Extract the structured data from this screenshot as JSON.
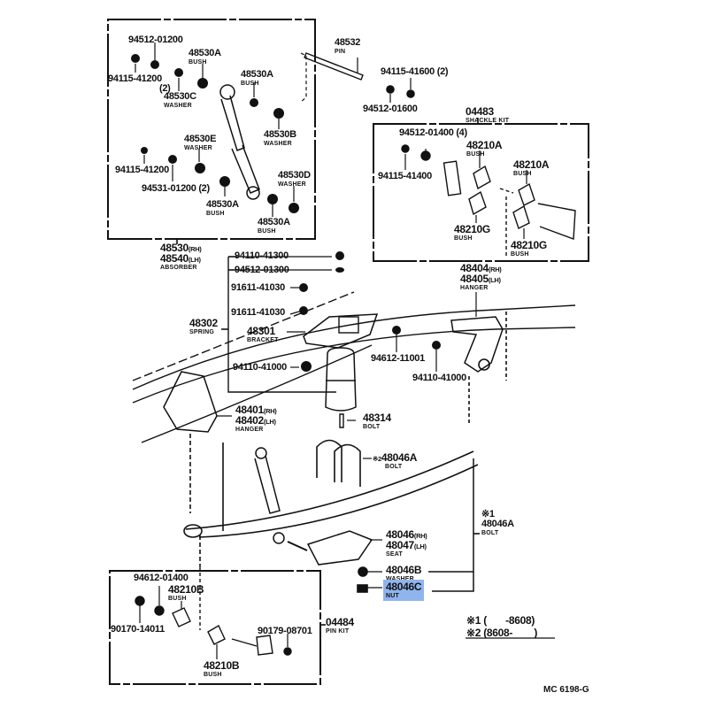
{
  "diagram_code": "MC 6198-G",
  "highlight_color": "#8fb4ee",
  "absorber_box": {
    "parts": [
      {
        "id": "a1",
        "number": "94512-01200"
      },
      {
        "id": "a2",
        "number": "94115-41200",
        "qty": "(2)"
      },
      {
        "id": "a3",
        "number": "48530A",
        "name": "BUSH"
      },
      {
        "id": "a4",
        "number": "48530C",
        "name": "WASHER"
      },
      {
        "id": "a5",
        "number": "48530A",
        "name": "BUSH"
      },
      {
        "id": "a6",
        "number": "48530B",
        "name": "WASHER"
      },
      {
        "id": "a7",
        "number": "48530E",
        "name": "WASHER"
      },
      {
        "id": "a8",
        "number": "94115-41200"
      },
      {
        "id": "a9",
        "number": "94531-01200",
        "qty": "(2)"
      },
      {
        "id": "a10",
        "number": "48530D",
        "name": "WASHER"
      },
      {
        "id": "a11",
        "number": "48530A",
        "name": "BUSH"
      },
      {
        "id": "a12",
        "number": "48530A",
        "name": "BUSH"
      }
    ],
    "assembly": {
      "rh": "48530",
      "lh": "48540",
      "rh_suffix": "(RH)",
      "lh_suffix": "(LH)",
      "name": "ABSORBER"
    }
  },
  "pin_group": [
    {
      "id": "p1",
      "number": "48532",
      "name": "PIN"
    },
    {
      "id": "p2",
      "number": "94115-41600",
      "qty": "(2)"
    },
    {
      "id": "p3",
      "number": "94512-01600"
    }
  ],
  "shackle_kit": {
    "kit": {
      "number": "04483",
      "name": "SHACKLE KIT"
    },
    "parts": [
      {
        "id": "s1",
        "number": "94512-01400",
        "qty": "(4)"
      },
      {
        "id": "s2",
        "number": "94115-41400"
      },
      {
        "id": "s3",
        "number": "48210A",
        "name": "BUSH"
      },
      {
        "id": "s4",
        "number": "48210A",
        "name": "BUSH"
      },
      {
        "id": "s5",
        "number": "48210G",
        "name": "BUSH"
      },
      {
        "id": "s6",
        "number": "48210G",
        "name": "BUSH"
      }
    ]
  },
  "main": {
    "parts": [
      {
        "id": "m1",
        "number": "94110-41300"
      },
      {
        "id": "m2",
        "number": "94512-01300"
      },
      {
        "id": "m3",
        "number": "91611-41030"
      },
      {
        "id": "m4",
        "number": "91611-41030"
      },
      {
        "id": "m5",
        "number": "48302",
        "name": "SPRING"
      },
      {
        "id": "m6",
        "number": "48301",
        "name": "BRACKET"
      },
      {
        "id": "m7",
        "number": "94110-41000"
      },
      {
        "id": "m8",
        "number": "94612-11001"
      },
      {
        "id": "m9",
        "number": "94110-41000"
      },
      {
        "id": "m10",
        "number": "48404",
        "suffix": "(RH)",
        "number2": "48405",
        "suffix2": "(LH)",
        "name": "HANGER"
      },
      {
        "id": "m11",
        "number": "48401",
        "suffix": "(RH)",
        "number2": "48402",
        "suffix2": "(LH)",
        "name": "HANGER"
      },
      {
        "id": "m12",
        "number": "48314",
        "name": "BOLT"
      },
      {
        "id": "m13",
        "mark": "※2",
        "number": "48046A",
        "name": "BOLT"
      },
      {
        "id": "m14",
        "mark": "※1",
        "number": "48046A",
        "name": "BOLT"
      },
      {
        "id": "m15",
        "number": "48046",
        "suffix": "(RH)",
        "number2": "48047",
        "suffix2": "(LH)",
        "name": "SEAT"
      },
      {
        "id": "m16",
        "number": "48046B",
        "name": "WASHER"
      },
      {
        "id": "m17",
        "number": "48046C",
        "name": "NUT",
        "highlighted": true
      }
    ]
  },
  "pin_kit": {
    "kit": {
      "number": "04484",
      "name": "PIN KIT"
    },
    "parts": [
      {
        "id": "k1",
        "number": "94612-01400"
      },
      {
        "id": "k2",
        "number": "48210B",
        "name": "BUSH"
      },
      {
        "id": "k3",
        "number": "90170-14011"
      },
      {
        "id": "k4",
        "number": "90179-08701"
      },
      {
        "id": "k5",
        "number": "48210B",
        "name": "BUSH"
      }
    ]
  },
  "notes": [
    {
      "mark": "※1",
      "range": "(       -8608)"
    },
    {
      "mark": "※2",
      "range": "(8608-        )"
    }
  ]
}
